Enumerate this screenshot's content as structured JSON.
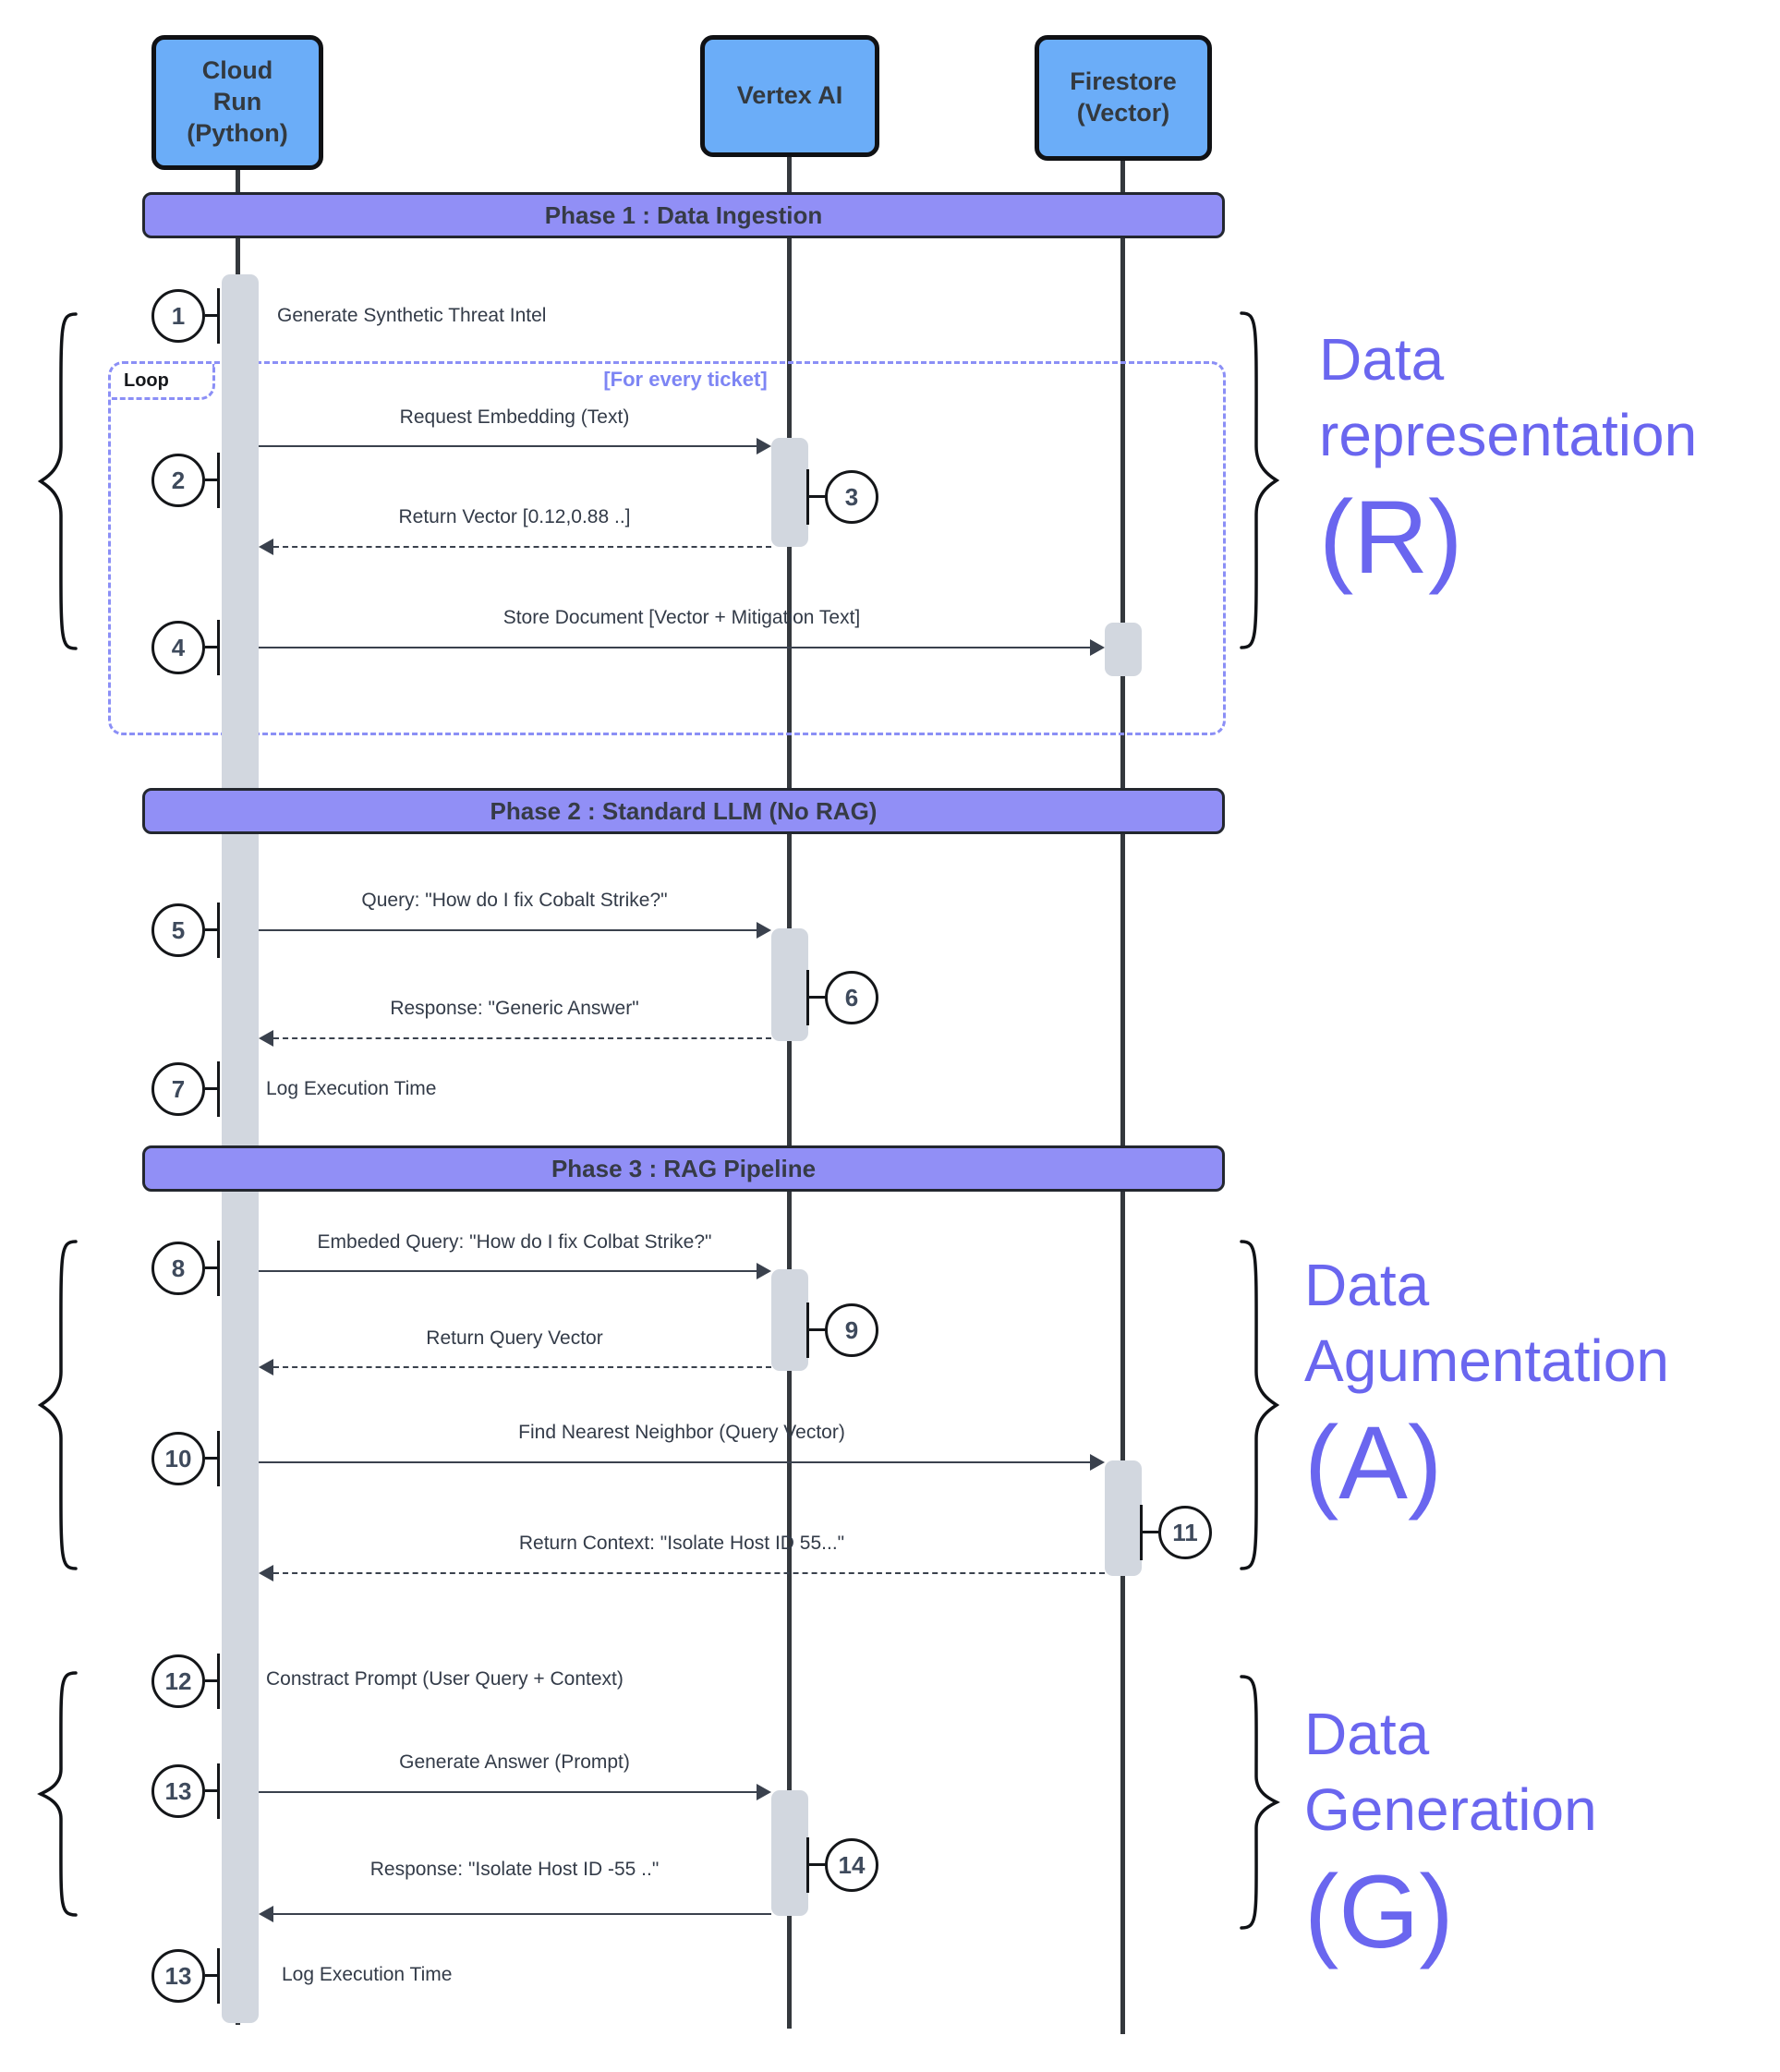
{
  "actors": [
    {
      "label": "Cloud Run (Python)"
    },
    {
      "label": "Vertex AI"
    },
    {
      "label": "Firestore (Vector)"
    }
  ],
  "phases": [
    {
      "label": "Phase 1 : Data Ingestion"
    },
    {
      "label": "Phase 2 : Standard LLM (No RAG)"
    },
    {
      "label": "Phase 3 : RAG Pipeline"
    }
  ],
  "loop": {
    "label": "Loop",
    "condition": "[For every ticket]"
  },
  "steps": [
    "1",
    "2",
    "3",
    "4",
    "5",
    "6",
    "7",
    "8",
    "9",
    "10",
    "11",
    "12",
    "13",
    "14",
    "13"
  ],
  "messages": {
    "m1": "Generate Synthetic Threat Intel",
    "m2": "Request Embedding (Text)",
    "m3": "Return Vector [0.12,0.88 ..]",
    "m4": "Store Document [Vector + Mitigation Text]",
    "m5": "Query: \"How do I fix Cobalt Strike?\"",
    "m6": "Response: \"Generic Answer\"",
    "m7": "Log Execution Time",
    "m8": "Embeded Query: \"How do I fix Colbat Strike?\"",
    "m9": "Return Query Vector",
    "m10": "Find Nearest Neighbor (Query Vector)",
    "m11": "Return Context: \"Isolate Host ID 55...\"",
    "m12": "Constract Prompt (User Query + Context)",
    "m13": "Generate Answer (Prompt)",
    "m14": "Response: \"Isolate Host ID -55 ..\"",
    "m15": "Log Execution Time"
  },
  "annotations": [
    {
      "line1": "Data",
      "line2": "representation",
      "abbr": "(R)"
    },
    {
      "line1": "Data",
      "line2": "Agumentation",
      "abbr": "(A)"
    },
    {
      "line1": "Data",
      "line2": "Generation",
      "abbr": "(G)"
    }
  ],
  "colors": {
    "actor_fill": "#6badf8",
    "banner_fill": "#918ff6",
    "loop_border": "#8b8ff6",
    "condition_text": "#7d85f4",
    "activation_fill": "#d2d7df",
    "annotation_text": "#6a66ef",
    "message_text": "#333b48",
    "arrow": "#3a414d"
  }
}
